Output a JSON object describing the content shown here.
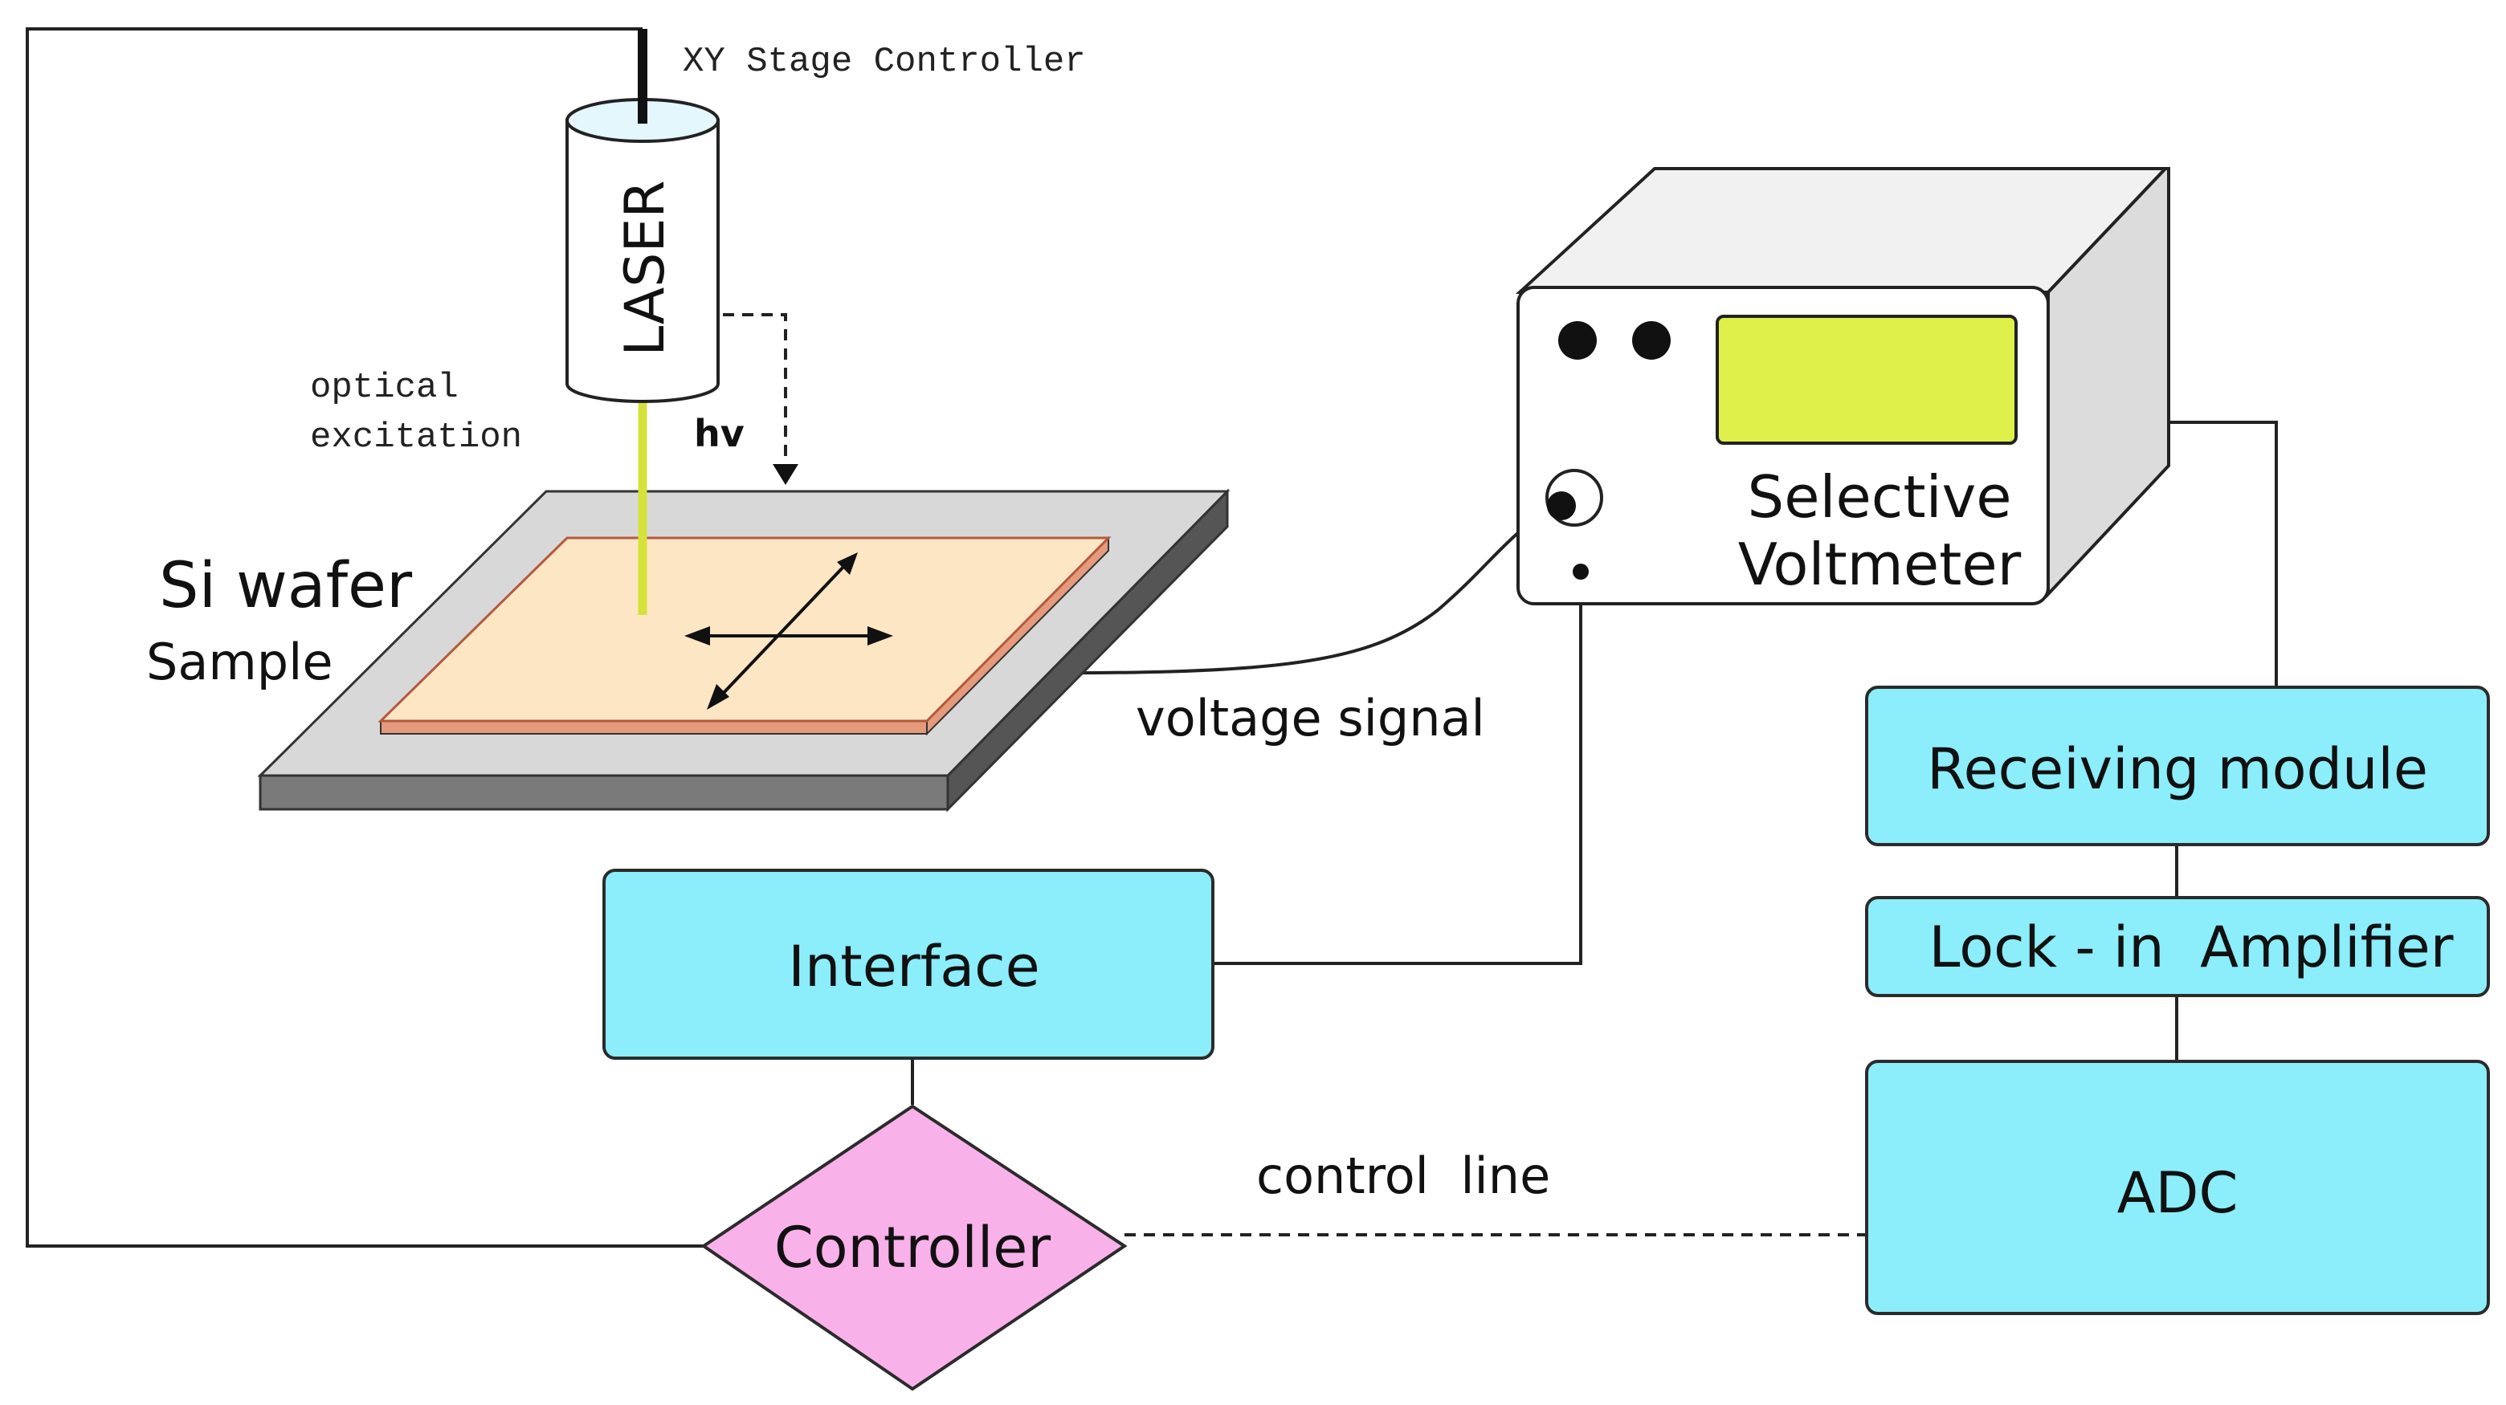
{
  "labels": {
    "xy_stage_controller": "XY Stage Controller",
    "laser": "LASER",
    "optical_excitation_line1": "optical",
    "optical_excitation_line2": "excitation",
    "hv": "hv",
    "si_wafer": "Si wafer",
    "sample": "Sample",
    "selective_line1": "Selective",
    "voltmeter_line2": "Voltmeter",
    "voltage_signal": "voltage signal",
    "receiving_module": "Receiving module",
    "lock_in_amplifier": "Lock - in  Amplifier",
    "interface": "Interface",
    "adc": "ADC",
    "controller": "Controller",
    "control_line": "control  line"
  },
  "colors": {
    "module_fill": "#8cedfb",
    "module_stroke": "#2b2b2b",
    "controller_fill": "#f9b1ea",
    "display_fill": "#dff04a",
    "sample_fill": "#fde6c4",
    "sample_edge": "#e59a7c",
    "stage_top": "#d8d8d8",
    "stage_side": "#555555",
    "beam": "#d4e23a",
    "laser_cap": "#e3f7fd"
  }
}
